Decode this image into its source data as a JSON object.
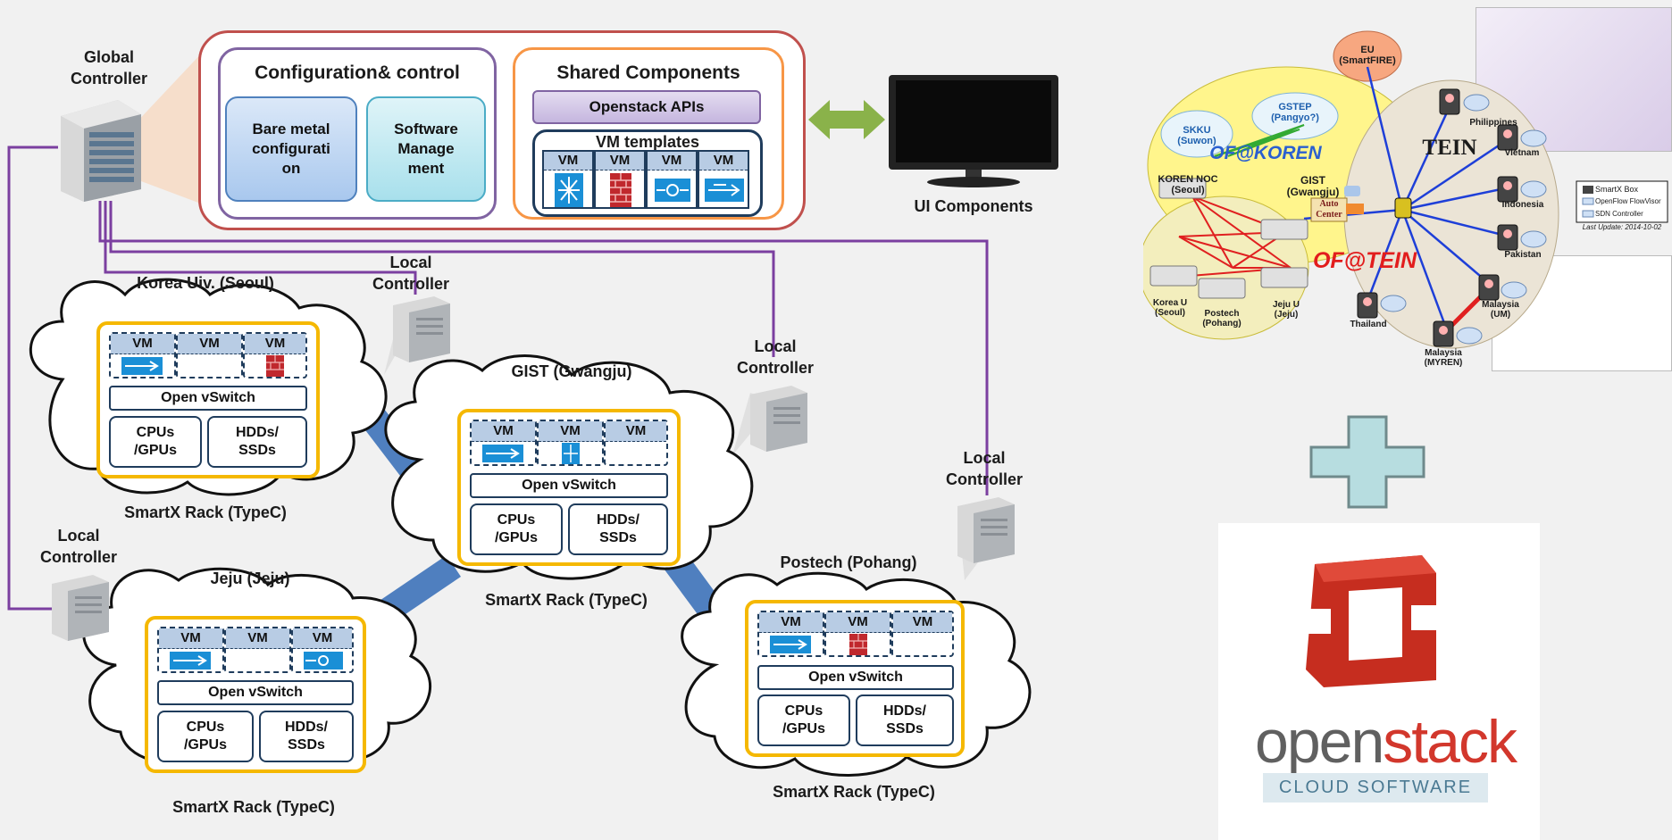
{
  "global_controller": {
    "label": "Global\nController"
  },
  "config_panel": {
    "title": "Configuration& control",
    "items": [
      "Bare metal\nconfigurati\non",
      "Software\nManage\nment"
    ]
  },
  "shared_panel": {
    "title": "Shared Components",
    "apis": "Openstack APIs",
    "templates_title": "VM templates",
    "vm_labels": [
      "VM",
      "VM",
      "VM",
      "VM"
    ]
  },
  "ui_components": {
    "label": "UI Components"
  },
  "local_controller_label": "Local\nController",
  "sites": [
    {
      "name": "Korea Uiv. (Seoul)",
      "rack": "SmartX Rack (TypeC)",
      "vms": [
        "VM",
        "VM",
        "VM"
      ],
      "ovs": "Open vSwitch",
      "hw": [
        "CPUs\n/GPUs",
        "HDDs/\nSSDs"
      ]
    },
    {
      "name": "GIST (Gwangju)",
      "rack": "SmartX Rack (TypeC)",
      "vms": [
        "VM",
        "VM",
        "VM"
      ],
      "ovs": "Open vSwitch",
      "hw": [
        "CPUs\n/GPUs",
        "HDDs/\nSSDs"
      ]
    },
    {
      "name": "Jeju (Jeju)",
      "rack": "SmartX Rack (TypeC)",
      "vms": [
        "VM",
        "VM",
        "VM"
      ],
      "ovs": "Open vSwitch",
      "hw": [
        "CPUs\n/GPUs",
        "HDDs/\nSSDs"
      ]
    },
    {
      "name": "Postech (Pohang)",
      "rack": "SmartX Rack (TypeC)",
      "vms": [
        "VM",
        "VM",
        "VM"
      ],
      "ovs": "Open vSwitch",
      "hw": [
        "CPUs\n/GPUs",
        "HDDs/\nSSDs"
      ]
    }
  ],
  "map": {
    "nodes": [
      "EU\n(SmartFIRE)",
      "GSTEP\n(Pangyo?)",
      "SKKU\n(Suwon)",
      "KOREN NOC\n(Seoul)",
      "GIST\n(Gwangju)",
      "Philippines",
      "Vietnam",
      "Indonesia",
      "Pakistan",
      "Malaysia\n(UM)",
      "Malaysia\n(MYREN)",
      "Thailand",
      "Korea U\n(Seoul)",
      "Postech\n(Pohang)",
      "Jeju U\n(Jeju)"
    ],
    "auto_center": "Auto\nCenter",
    "of_koren": "OF@KOREN",
    "of_tein": "OF@TEIN",
    "tein": "TEIN",
    "legend": [
      "SmartX Box",
      "OpenFlow FlowVisor",
      "SDN Controller"
    ],
    "last_update": "Last Update: 2014-10-02"
  },
  "openstack": {
    "word_open": "open",
    "word_stack": "stack",
    "tagline": "CLOUD SOFTWARE"
  },
  "colors": {
    "purple_line": "#7b3fa0",
    "rack_border": "#f5b800",
    "vm_header": "#b8cce4",
    "link_blue": "#4f7fbf"
  }
}
